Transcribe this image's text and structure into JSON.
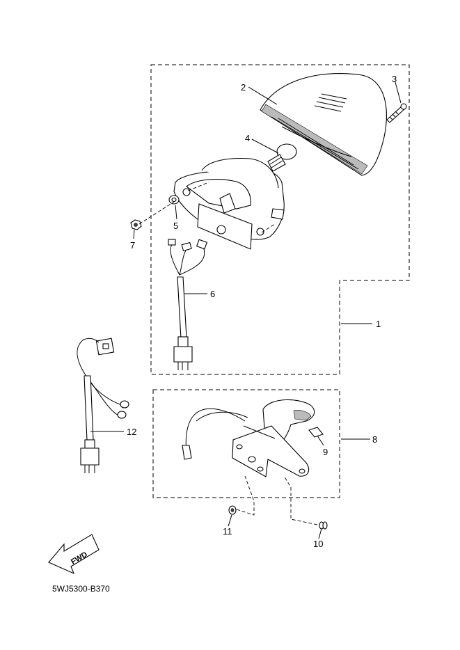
{
  "figure_code": "5WJ5300-B370",
  "fwd_label": "FWD",
  "callouts": [
    {
      "id": "1",
      "label": "1"
    },
    {
      "id": "2",
      "label": "2"
    },
    {
      "id": "3",
      "label": "3"
    },
    {
      "id": "4",
      "label": "4"
    },
    {
      "id": "5",
      "label": "5"
    },
    {
      "id": "6",
      "label": "6"
    },
    {
      "id": "7",
      "label": "7"
    },
    {
      "id": "8",
      "label": "8"
    },
    {
      "id": "9",
      "label": "9"
    },
    {
      "id": "10",
      "label": "10"
    },
    {
      "id": "11",
      "label": "11"
    },
    {
      "id": "12",
      "label": "12"
    }
  ]
}
